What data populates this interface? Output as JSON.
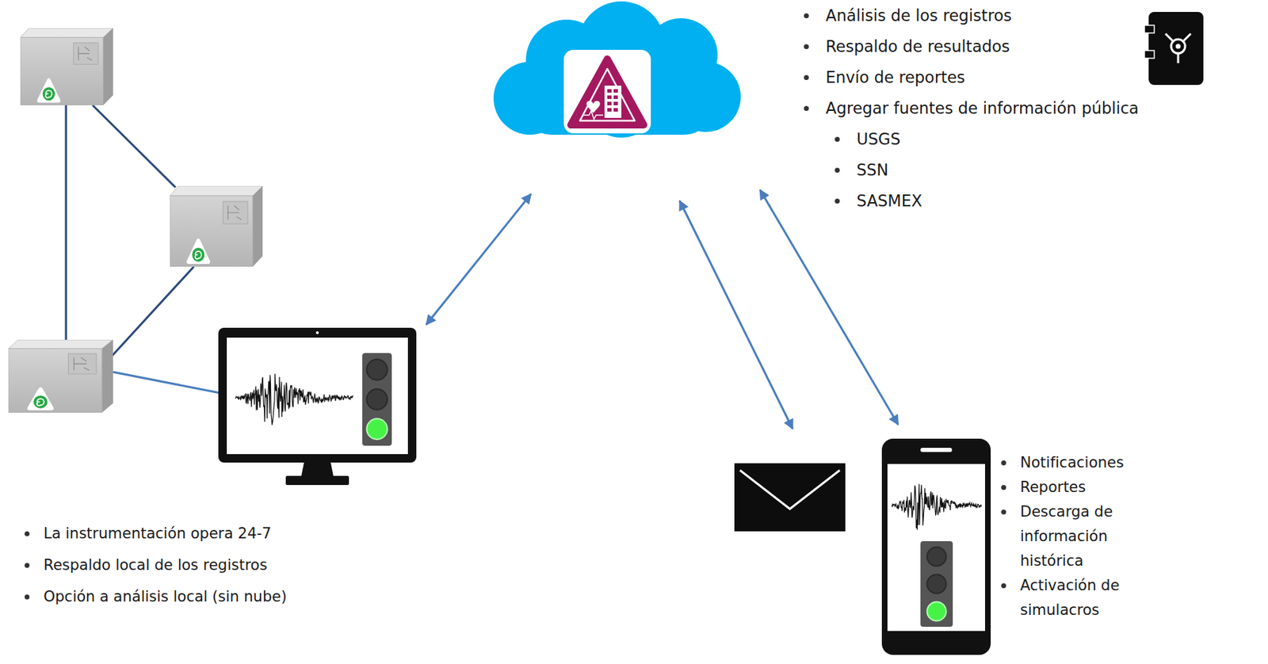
{
  "diagram": {
    "nodes": [
      {
        "text": [
          "Análisis de los registros",
          "Respaldo de resultados",
          "Envío de reportes",
          "Agregar fuentes de información pública",
          "USGS",
          "SSN",
          "SASMEX"
        ]
      },
      {
        "text": [
          "La instrumentación opera 24-7",
          "Respaldo local de los registros",
          "Opción a análisis local (sin nube)"
        ]
      },
      {
        "text": [
          "Notificaciones",
          "Reportes",
          "Descarga de información histórica",
          "Activación de simulacros"
        ]
      }
    ],
    "edges": [
      {
        "from": 1,
        "to": 0,
        "arrow": "both"
      },
      {
        "from": 2,
        "to": 0,
        "arrow": "both"
      }
    ]
  }
}
